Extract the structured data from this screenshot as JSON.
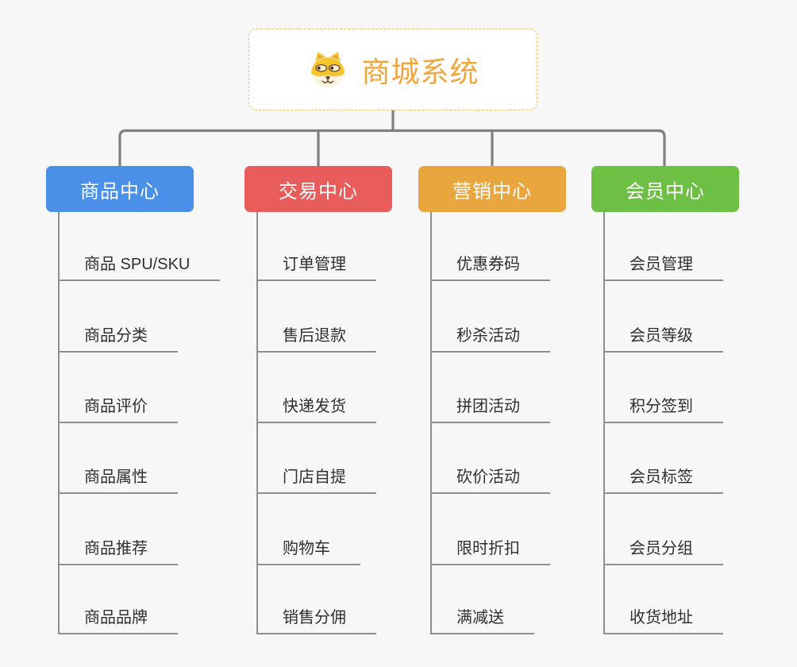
{
  "root": {
    "title": "商城系统",
    "icon": "shiba-dog-face",
    "accent_color": "#f0a63c",
    "border_color": "#f2c36b"
  },
  "lines": {
    "connector_color": "#808080",
    "child_line_color": "#8f8f8f"
  },
  "branches": [
    {
      "label": "商品中心",
      "color": "#4a90e9",
      "items": [
        "商品 SPU/SKU",
        "商品分类",
        "商品评价",
        "商品属性",
        "商品推荐",
        "商品品牌"
      ]
    },
    {
      "label": "交易中心",
      "color": "#e85c5b",
      "items": [
        "订单管理",
        "售后退款",
        "快递发货",
        "门店自提",
        "购物车",
        "销售分佣"
      ]
    },
    {
      "label": "营销中心",
      "color": "#eaa63e",
      "items": [
        "优惠券码",
        "秒杀活动",
        "拼团活动",
        "砍价活动",
        "限时折扣",
        "满减送"
      ]
    },
    {
      "label": "会员中心",
      "color": "#6dc044",
      "items": [
        "会员管理",
        "会员等级",
        "积分签到",
        "会员标签",
        "会员分组",
        "收货地址"
      ]
    }
  ]
}
